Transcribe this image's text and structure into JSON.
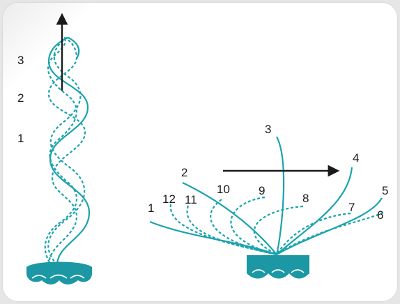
{
  "colors": {
    "curve": "#1aa3ad",
    "base": "#1b98a3",
    "arrow": "#1a1a1a",
    "text": "#1a1a1a"
  },
  "left_figure": {
    "labels": [
      "1",
      "2",
      "3"
    ],
    "arrow": "up-arrow-icon",
    "base": "suction-base-icon"
  },
  "right_figure": {
    "labels": [
      "1",
      "2",
      "3",
      "4",
      "5",
      "6",
      "7",
      "8",
      "9",
      "10",
      "11",
      "12"
    ],
    "arrow": "right-arrow-icon",
    "base": "suction-base-icon"
  }
}
